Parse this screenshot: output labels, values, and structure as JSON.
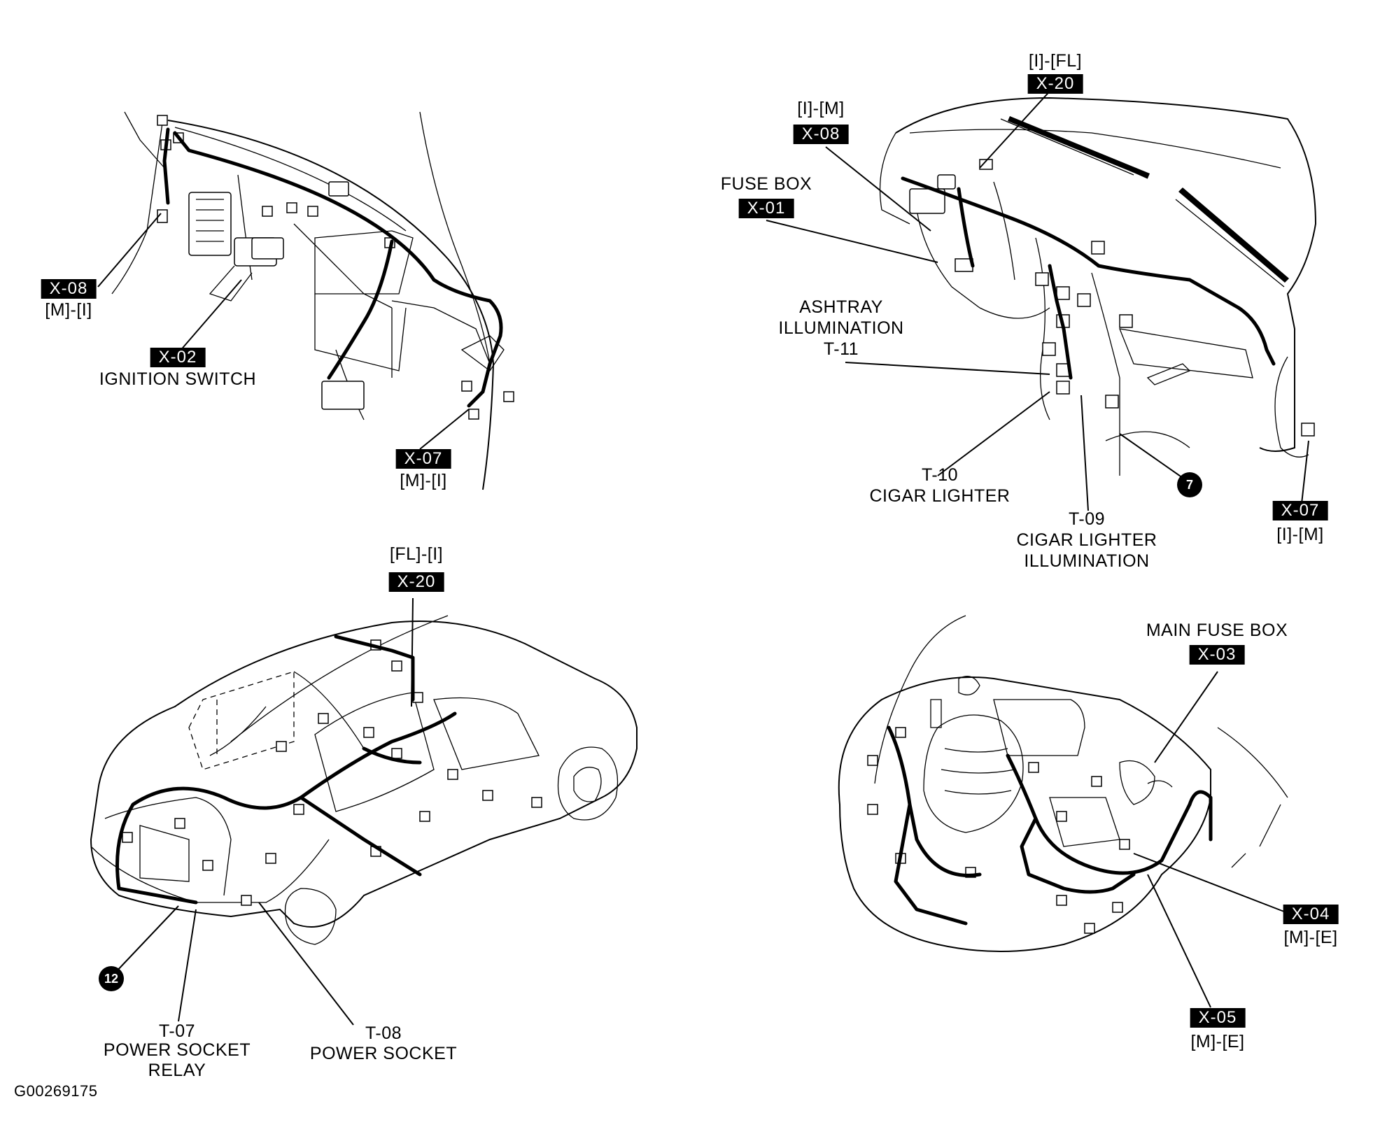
{
  "figure_id": "G00269175",
  "panels": {
    "dash_left": {
      "x08": {
        "code": "X-08",
        "desc": "[M]-[I]"
      },
      "x02": {
        "code": "X-02",
        "desc": "IGNITION SWITCH"
      },
      "x07": {
        "code": "X-07",
        "desc": "[M]-[I]"
      }
    },
    "dash_right": {
      "x20": {
        "desc": "[I]-[FL]",
        "code": "X-20"
      },
      "x08": {
        "desc": "[I]-[M]",
        "code": "X-08"
      },
      "x01": {
        "desc": "FUSE BOX",
        "code": "X-01"
      },
      "t11": {
        "line1": "ASHTRAY",
        "line2": "ILLUMINATION",
        "line3": "T-11"
      },
      "t10": {
        "line1": "T-10",
        "line2": "CIGAR LIGHTER"
      },
      "t09": {
        "line1": "T-09",
        "line2": "CIGAR LIGHTER",
        "line3": "ILLUMINATION"
      },
      "ground": "7",
      "x07": {
        "code": "X-07",
        "desc": "[I]-[M]"
      }
    },
    "rear_car": {
      "x20": {
        "desc": "[FL]-[I]",
        "code": "X-20"
      },
      "ground": "12",
      "t07": {
        "line1": "T-07",
        "line2": "POWER SOCKET",
        "line3": "RELAY"
      },
      "t08": {
        "line1": "T-08",
        "line2": "POWER SOCKET"
      }
    },
    "engine_bay": {
      "x03": {
        "desc": "MAIN FUSE BOX",
        "code": "X-03"
      },
      "x04": {
        "code": "X-04",
        "desc": "[M]-[E]"
      },
      "x05": {
        "code": "X-05",
        "desc": "[M]-[E]"
      }
    }
  }
}
